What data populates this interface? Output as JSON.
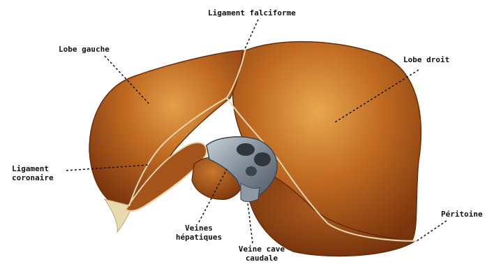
{
  "figure": {
    "labels": {
      "falciforme": "Ligament falciforme",
      "lobe_gauche": "Lobe gauche",
      "lobe_droit": "Lobe droit",
      "coronaire_1": "Ligament",
      "coronaire_2": "coronaire",
      "peritoine": "Péritoine",
      "veines_1": "Veines",
      "veines_2": "hépatiques",
      "cave_1": "Veine cave",
      "cave_2": "caudale"
    },
    "colors": {
      "liver_dark": "#8a3e10",
      "liver_mid": "#b25a1c",
      "liver_light": "#d98a34",
      "vessel": "#6f7b86",
      "vessel_light": "#b8c2cc",
      "edge": "#e7d7b0"
    }
  }
}
